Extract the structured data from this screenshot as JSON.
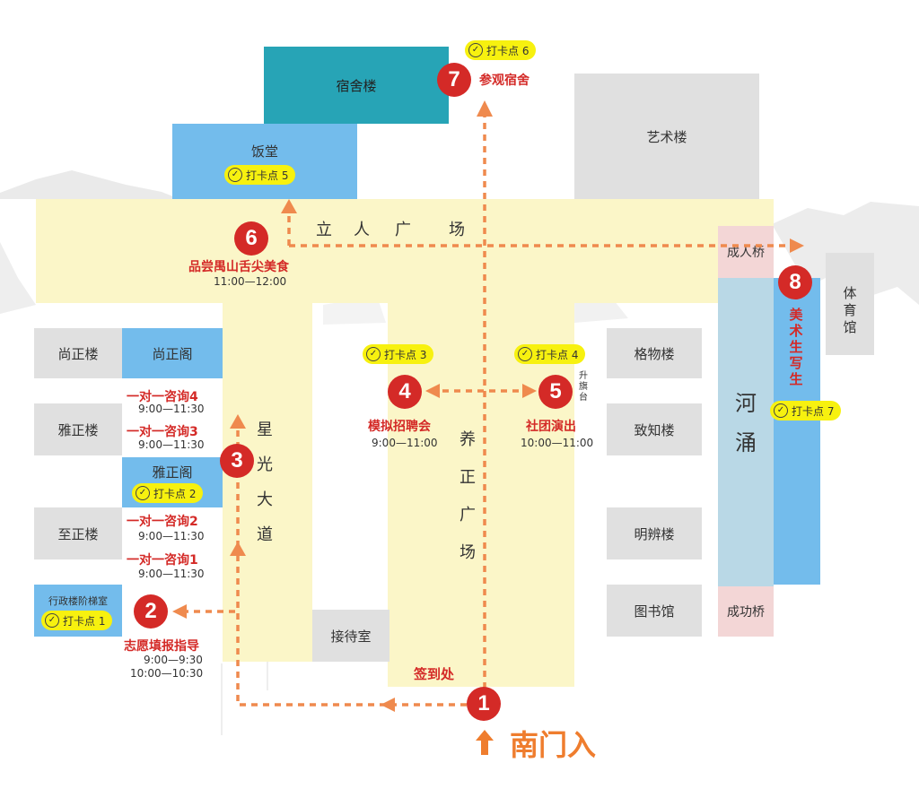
{
  "buildings": {
    "dorm": "宿舍楼",
    "canteen": "饭堂",
    "art": "艺术楼",
    "plaza_chars": [
      "立",
      "人",
      "广",
      "场"
    ],
    "shangzheng_lou": "尚正楼",
    "shangzheng_ge": "尚正阁",
    "yazheng_lou": "雅正楼",
    "yazheng_ge": "雅正阁",
    "zhizheng_lou": "至正楼",
    "admin_stair": "行政楼阶梯室",
    "reception": "接待室",
    "gewu": "格物楼",
    "zhizhi": "致知楼",
    "mingbian": "明辨楼",
    "library": "图书馆",
    "chengren_bridge": "成人桥",
    "chenggong_bridge": "成功桥",
    "gym": [
      "体",
      "育",
      "馆"
    ],
    "river": [
      "河",
      "涌"
    ],
    "starlight_ave": [
      "星",
      "光",
      "大",
      "道"
    ],
    "yangzheng_plaza": [
      "养",
      "正",
      "广",
      "场"
    ],
    "flag": [
      "升",
      "旗",
      "台"
    ],
    "checkin_desk": "签到处"
  },
  "checkpoints": [
    "打卡点 1",
    "打卡点 2",
    "打卡点 3",
    "打卡点 4",
    "打卡点 5",
    "打卡点 6",
    "打卡点 7"
  ],
  "stops": [
    {
      "num": "1"
    },
    {
      "num": "2",
      "title": "志愿填报指导",
      "time": [
        "9:00—9:30",
        "10:00—10:30"
      ]
    },
    {
      "num": "3"
    },
    {
      "num": "4",
      "title": "模拟招聘会",
      "time": [
        "9:00—11:00"
      ]
    },
    {
      "num": "5",
      "title": "社团演出",
      "time": [
        "10:00—11:00"
      ]
    },
    {
      "num": "6",
      "title": "品尝禺山舌尖美食",
      "time": [
        "11:00—12:00"
      ]
    },
    {
      "num": "7",
      "title": "参观宿舍"
    },
    {
      "num": "8",
      "title": [
        "美",
        "术",
        "生",
        "写",
        "生"
      ]
    }
  ],
  "consultations": [
    {
      "title": "一对一咨询4",
      "time": "9:00—11:30"
    },
    {
      "title": "一对一咨询3",
      "time": "9:00—11:30"
    },
    {
      "title": "一对一咨询2",
      "time": "9:00—11:30"
    },
    {
      "title": "一对一咨询1",
      "time": "9:00—11:30"
    }
  ],
  "entrance": "南门入",
  "colors": {
    "route": "#ef8a4e",
    "marker": "#d42a27",
    "badge": "#f7f10f",
    "plaza": "#fbf6c8",
    "building_gray": "#e0e0e0",
    "building_blue": "#73bcec",
    "dorm_teal": "#27a4b6",
    "entrance_text": "#ef7d2e"
  }
}
